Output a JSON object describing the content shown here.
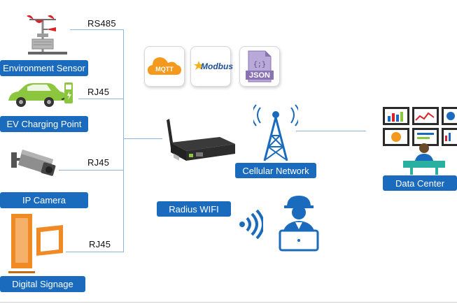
{
  "devices": {
    "env_sensor": {
      "label": "Environment Sensor",
      "conn": "RS485"
    },
    "ev_charger": {
      "label": "EV Charging Point",
      "conn": "RJ45"
    },
    "ip_camera": {
      "label": "IP Camera",
      "conn": "RJ45"
    },
    "signage": {
      "label": "Digital Signage",
      "conn": "RJ45"
    }
  },
  "protocols": {
    "mqtt": "MQTT",
    "modbus": "Modbus",
    "json": "JSON"
  },
  "network": {
    "cellular": "Cellular Network",
    "wifi": "Radius WIFI",
    "data_center": "Data Center"
  },
  "colors": {
    "brand_blue": "#1a6bbd",
    "mqtt_orange": "#f39a1e",
    "json_purple": "#8a72b5",
    "link_line": "#8fb4d9"
  }
}
